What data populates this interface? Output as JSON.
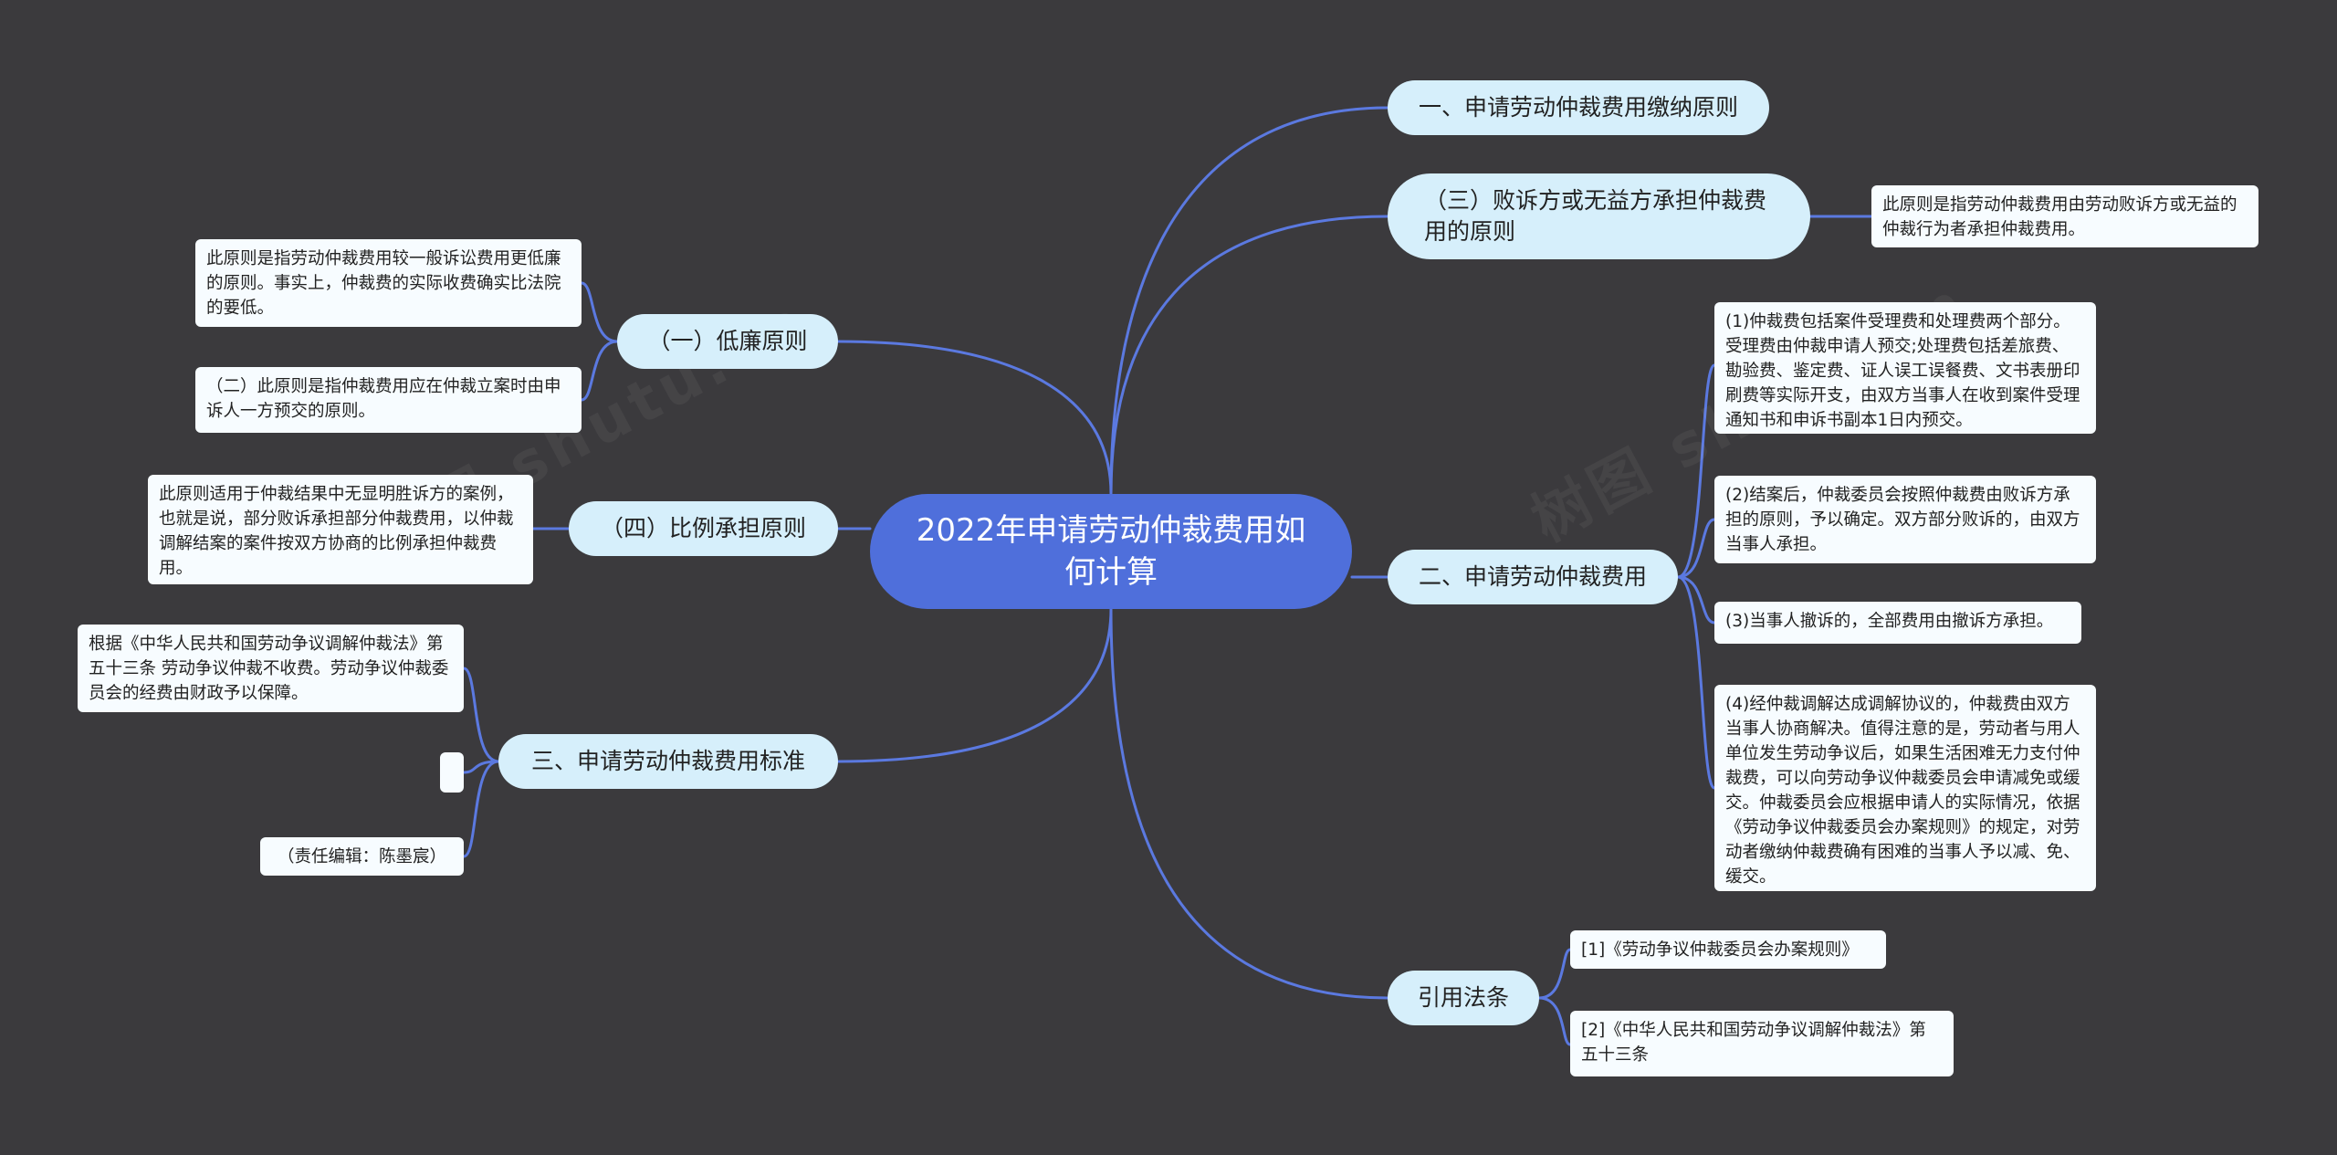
{
  "mindmap": {
    "root": "2022年申请劳动仲裁费用如何计算",
    "right": [
      {
        "label": "一、申请劳动仲裁费用缴纳原则",
        "children": []
      },
      {
        "label": "（三）败诉方或无益方承担仲裁费用的原则",
        "children": [
          "此原则是指劳动仲裁费用由劳动败诉方或无益的仲裁行为者承担仲裁费用。"
        ]
      },
      {
        "label": "二、申请劳动仲裁费用",
        "children": [
          "(1)仲裁费包括案件受理费和处理费两个部分。受理费由仲裁申请人预交;处理费包括差旅费、勘验费、鉴定费、证人误工误餐费、文书表册印刷费等实际开支，由双方当事人在收到案件受理通知书和申诉书副本1日内预交。",
          "(2)结案后，仲裁委员会按照仲裁费由败诉方承担的原则，予以确定。双方部分败诉的，由双方当事人承担。",
          "(3)当事人撤诉的，全部费用由撤诉方承担。",
          "(4)经仲裁调解达成调解协议的，仲裁费由双方当事人协商解决。值得注意的是，劳动者与用人单位发生劳动争议后，如果生活困难无力支付仲裁费，可以向劳动争议仲裁委员会申请减免或缓交。仲裁委员会应根据申请人的实际情况，依据《劳动争议仲裁委员会办案规则》的规定，对劳动者缴纳仲裁费确有困难的当事人予以减、免、缓交。"
        ]
      },
      {
        "label": "引用法条",
        "children": [
          "[1]《劳动争议仲裁委员会办案规则》",
          "[2]《中华人民共和国劳动争议调解仲裁法》第五十三条"
        ]
      }
    ],
    "left": [
      {
        "label": "（一）低廉原则",
        "children": [
          "此原则是指劳动仲裁费用较一般诉讼费用更低廉的原则。事实上，仲裁费的实际收费确实比法院的要低。",
          "（二）此原则是指仲裁费用应在仲裁立案时由申诉人一方预交的原则。"
        ]
      },
      {
        "label": "（四）比例承担原则",
        "children": [
          "此原则适用于仲裁结果中无显明胜诉方的案例，也就是说，部分败诉承担部分仲裁费用，以仲裁调解结案的案件按双方协商的比例承担仲裁费用。"
        ]
      },
      {
        "label": "三、申请劳动仲裁费用标准",
        "children": [
          "根据《中华人民共和国劳动争议调解仲裁法》第五十三条 劳动争议仲裁不收费。劳动争议仲裁委员会的经费由财政予以保障。",
          "",
          "（责任编辑：陈墨宸）"
        ]
      }
    ]
  },
  "colors": {
    "background": "#3b3a3d",
    "root_fill": "#4f6fdb",
    "branch_fill": "#d6effb",
    "leaf_fill": "#f7fcff",
    "connector": "#5b79e0"
  }
}
